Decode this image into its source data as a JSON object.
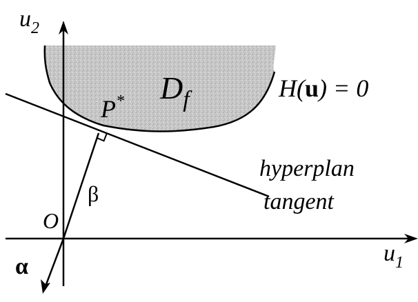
{
  "axes": {
    "vertical_label": {
      "base": "u",
      "sub": "2"
    },
    "horizontal_label": {
      "base": "u",
      "sub": "1"
    },
    "origin_label": "O"
  },
  "region": {
    "label": {
      "base": "D",
      "sub": "f"
    },
    "fill_color": "#c8c8c8"
  },
  "boundary": {
    "label_prefix": "H(",
    "label_bold": "u",
    "label_suffix": ") = 0"
  },
  "point": {
    "label": "P",
    "star": "*"
  },
  "vectors": {
    "alpha_label": "α",
    "beta_label": "β"
  },
  "tangent": {
    "line1": "hyperplan",
    "line2": "tangent"
  }
}
